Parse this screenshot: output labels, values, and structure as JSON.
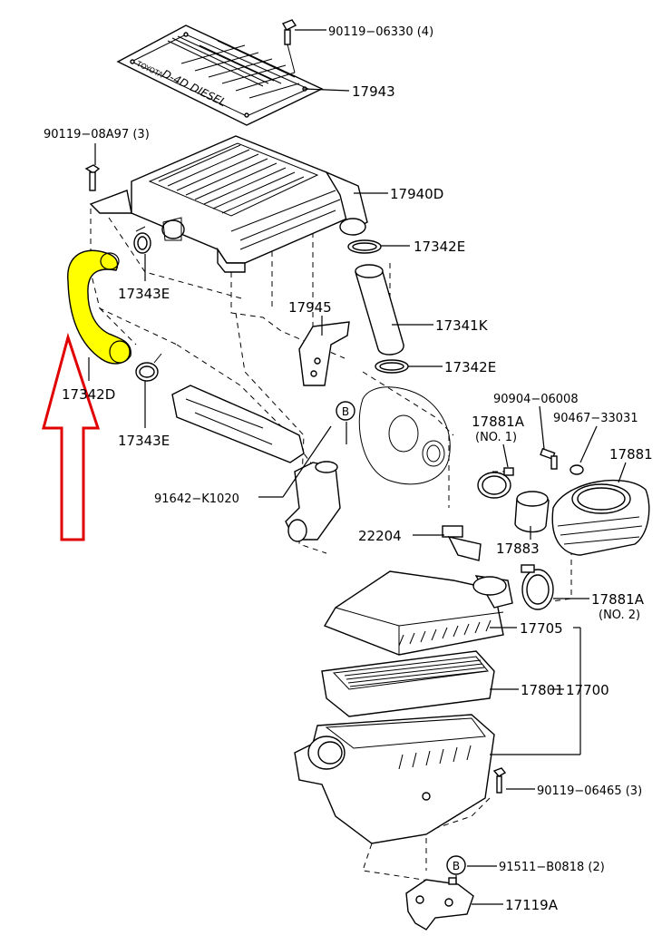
{
  "labels": {
    "p_90119_06330": "90119−06330 (4)",
    "p_17943": "17943",
    "p_90119_08A97": "90119−08A97 (3)",
    "p_17940D": "17940D",
    "p_17342E_top": "17342E",
    "p_17343E_top": "17343E",
    "p_17945": "17945",
    "p_17341K": "17341K",
    "p_17342E_mid": "17342E",
    "p_17342D": "17342D",
    "p_17343E_bot": "17343E",
    "p_90904_06008": "90904−06008",
    "p_17881A_n1": "17881A",
    "p_no1": "(NO. 1)",
    "p_90467_33031": "90467−33031",
    "p_17881": "17881",
    "p_91642_K1020": "91642−K1020",
    "p_22204": "22204",
    "p_17883": "17883",
    "p_17881A_n2": "17881A",
    "p_no2": "(NO. 2)",
    "p_17705": "17705",
    "p_17801": "17801",
    "p_17700": "17700",
    "p_90119_06465": "90119−06465 (3)",
    "p_91511_B0818": "91511−B0818 (2)",
    "p_17119A": "17119A",
    "ref_b_top": "B",
    "ref_b_bottom": "B",
    "cover_brand": "TOYOTA",
    "cover_text": "D-4D DIESEL"
  },
  "colors": {
    "highlight_hose": "#ffff00",
    "arrow": "#e00000",
    "line": "#000000"
  }
}
